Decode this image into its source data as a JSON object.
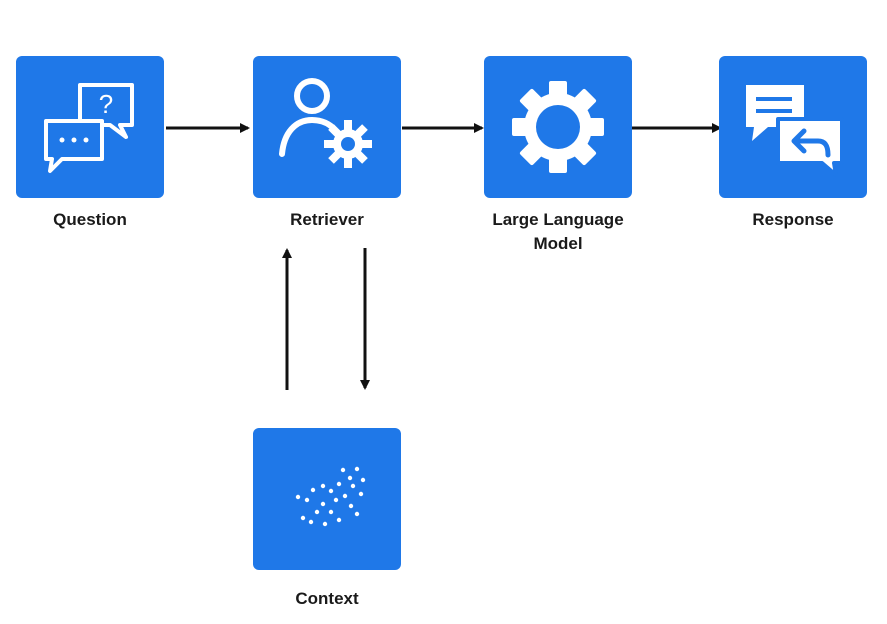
{
  "theme": {
    "node_color": "#1f78e8",
    "icon_color": "#ffffff",
    "arrow_color": "#111111"
  },
  "nodes": {
    "question": {
      "label": "Question",
      "icon": "chat-question-icon"
    },
    "retriever": {
      "label": "Retriever",
      "icon": "user-gear-icon"
    },
    "llm": {
      "label": "Large Language\nModel",
      "icon": "gear-icon"
    },
    "response": {
      "label": "Response",
      "icon": "chat-reply-icon"
    },
    "context": {
      "label": "Context",
      "icon": "vector-points-icon"
    }
  },
  "edges": [
    {
      "from": "Question",
      "to": "Retriever"
    },
    {
      "from": "Retriever",
      "to": "Large Language Model"
    },
    {
      "from": "Large Language Model",
      "to": "Response"
    },
    {
      "from": "Retriever",
      "to": "Context"
    },
    {
      "from": "Context",
      "to": "Retriever"
    }
  ]
}
